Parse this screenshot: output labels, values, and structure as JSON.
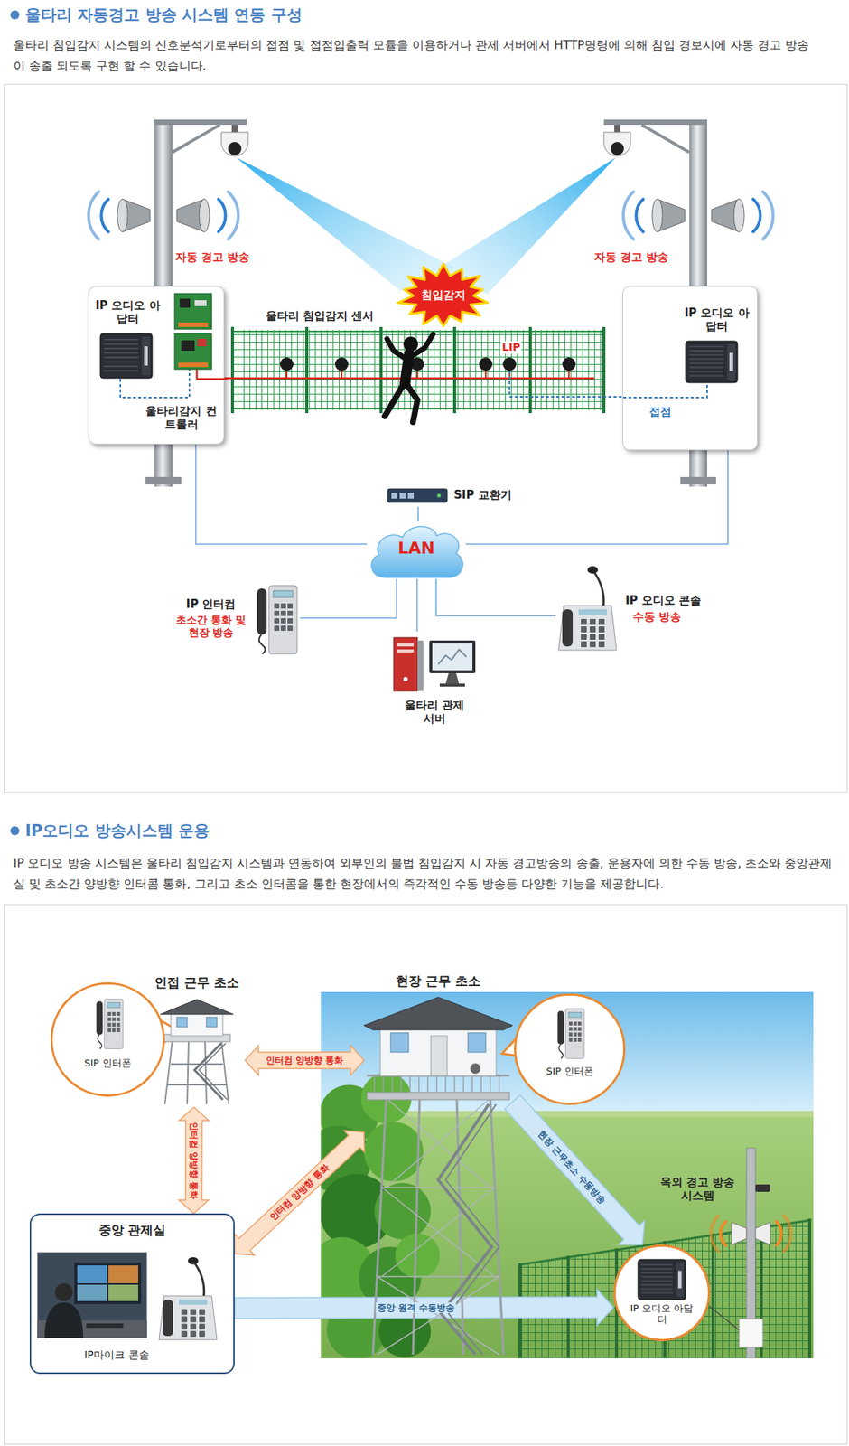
{
  "diagram": {
    "title": "울타리 자동경고 방송 시스템 연동 구성",
    "nodes": [
      {
        "text": [
          "IP 오디오 아답터",
          "울타리감지 컨트롤러"
        ]
      },
      {
        "text": [
          "IP 오디오 아답터"
        ]
      },
      {
        "text": [
          "LAN"
        ]
      },
      {
        "text": [
          "SIP 교환기"
        ]
      },
      {
        "text": [
          "IP 인터컴",
          "초소간 통화 및 현장 방송"
        ]
      },
      {
        "text": [
          "울타리 관제서버"
        ]
      },
      {
        "text": [
          "IP 오디오 콘솔",
          "수동 방송"
        ]
      },
      {
        "text": [
          "침입감지"
        ]
      },
      {
        "text": [
          "인접 근무 초소"
        ]
      },
      {
        "text": [
          "SIP 인터폰"
        ]
      },
      {
        "text": [
          "현장 근무 초소"
        ]
      },
      {
        "text": [
          "SIP 인터폰"
        ]
      },
      {
        "text": [
          "중앙 관제실",
          "IP마이크 콘솔"
        ]
      },
      {
        "text": [
          "IP 오디오 아답터"
        ]
      }
    ],
    "edges": [
      {
        "from": 0,
        "to": 2,
        "arrow": "none"
      },
      {
        "from": 1,
        "to": 2,
        "arrow": "none"
      },
      {
        "from": 3,
        "to": 2,
        "arrow": "none"
      },
      {
        "from": 4,
        "to": 2,
        "arrow": "none"
      },
      {
        "from": 5,
        "to": 2,
        "arrow": "none"
      },
      {
        "from": 6,
        "to": 2,
        "arrow": "none"
      },
      {
        "from": 8,
        "to": 10,
        "label": "인터컴 양방향 통화",
        "arrow": "both"
      },
      {
        "from": 8,
        "to": 12,
        "label": "인터컴 양방향 통화",
        "arrow": "both"
      },
      {
        "from": 12,
        "to": 10,
        "label": "인터컴 양방향 통화",
        "arrow": "both"
      },
      {
        "from": 10,
        "to": 13,
        "label": "현장 근무초소 수동방송",
        "arrow": "to"
      },
      {
        "from": 12,
        "to": 13,
        "label": "중앙 원격 수동방송",
        "arrow": "to"
      }
    ],
    "labels": [
      "울타리 침입감지 시스템의 신호분석기로부터의 접점 및 접점입출력 모듈을 이용하거나 관제 서버에서 HTTP명령에 의해 침입 경보시에 자동 경고 방송이 송출 되도록 구현 할 수 있습니다.",
      "자동 경고 방송",
      "자동 경고 방송",
      "울타리 침입감지 센서",
      "LIP",
      "접점",
      "IP오디오 방송시스템 운용",
      "IP 오디오 방송 시스템은 울타리 침입감지 시스템과 연동하여 외부인의 불법 침입감지 시 자동 경고방송의 송출, 운용자에 의한 수동 방송, 초소와 중앙관제실 및 초소간 양방향 인터콤 통화, 그리고 초소 인터콤을 통한 현장에서의 즉각적인 수동 방송등 다양한 기능을 제공합니다.",
      "옥외 경고 방송 시스템"
    ]
  }
}
